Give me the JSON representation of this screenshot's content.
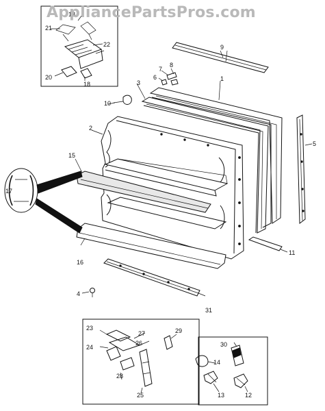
{
  "watermark": "AppliancePartsPros.com",
  "callouts": [
    {
      "key": "c1",
      "text": "1"
    },
    {
      "key": "c2",
      "text": "2"
    },
    {
      "key": "c3",
      "text": "3"
    },
    {
      "key": "c4",
      "text": "4"
    },
    {
      "key": "c5",
      "text": "5"
    },
    {
      "key": "c6",
      "text": "6"
    },
    {
      "key": "c7",
      "text": "7"
    },
    {
      "key": "c8",
      "text": "8"
    },
    {
      "key": "c9",
      "text": "9"
    },
    {
      "key": "c10",
      "text": "10"
    },
    {
      "key": "c11",
      "text": "11"
    },
    {
      "key": "c12",
      "text": "12"
    },
    {
      "key": "c13",
      "text": "13"
    },
    {
      "key": "c14",
      "text": "14"
    },
    {
      "key": "c15",
      "text": "15"
    },
    {
      "key": "c16",
      "text": "16"
    },
    {
      "key": "c17",
      "text": "17"
    },
    {
      "key": "c18a",
      "text": "18"
    },
    {
      "key": "c18b",
      "text": "18"
    },
    {
      "key": "c20",
      "text": "20"
    },
    {
      "key": "c21",
      "text": "21"
    },
    {
      "key": "c22",
      "text": "22"
    },
    {
      "key": "c23",
      "text": "23"
    },
    {
      "key": "c24",
      "text": "24"
    },
    {
      "key": "c25",
      "text": "25"
    },
    {
      "key": "c26",
      "text": "26"
    },
    {
      "key": "c27",
      "text": "27"
    },
    {
      "key": "c28",
      "text": "28"
    },
    {
      "key": "c29",
      "text": "29"
    },
    {
      "key": "c30",
      "text": "30"
    },
    {
      "key": "c31",
      "text": "31"
    }
  ]
}
